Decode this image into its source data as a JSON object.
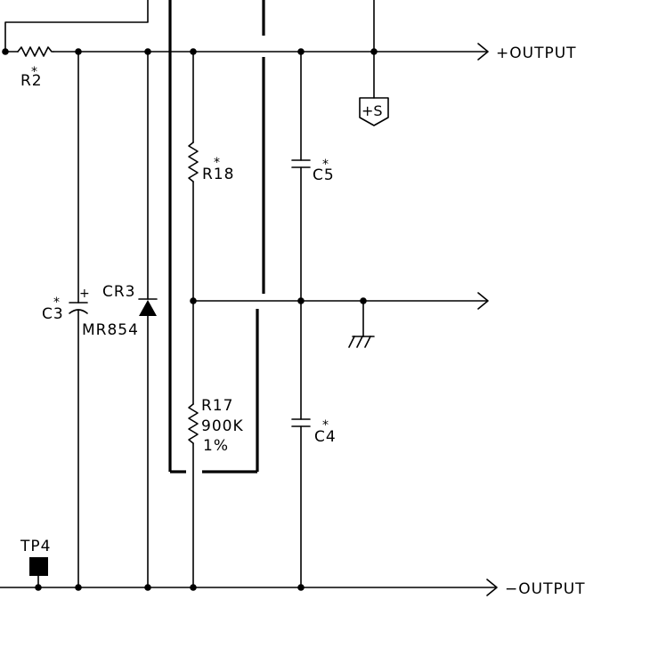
{
  "schematic": {
    "nets": {
      "pos_output": "+OUTPUT",
      "neg_output": "−OUTPUT",
      "sense": "+S"
    },
    "components": {
      "r2": {
        "ref": "R2",
        "mark": "*"
      },
      "r18": {
        "ref": "R18",
        "mark": "*"
      },
      "r17": {
        "ref": "R17",
        "value": "900K",
        "tolerance": "1%"
      },
      "c3": {
        "ref": "C3",
        "mark": "*",
        "polarity": "+"
      },
      "c4": {
        "ref": "C4",
        "mark": "*"
      },
      "c5": {
        "ref": "C5",
        "mark": "*"
      },
      "cr3": {
        "ref": "CR3",
        "part": "MR854"
      },
      "tp4": {
        "ref": "TP4"
      }
    }
  }
}
